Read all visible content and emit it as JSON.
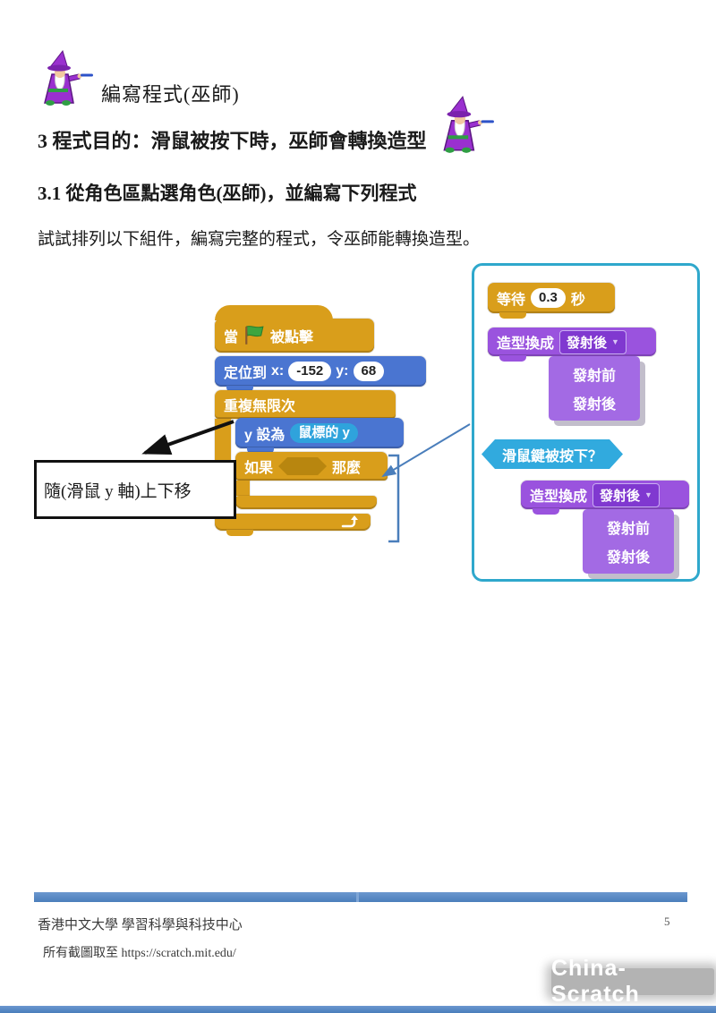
{
  "header": {
    "title": "編寫程式(巫師)"
  },
  "headings": {
    "section3": "3 程式目的：滑鼠被按下時，巫師會轉換造型",
    "section31": "3.1 從角色區點選角色(巫師)，並編寫下列程式",
    "intro": "試試排列以下組件，編寫完整的程式，令巫師能轉換造型。"
  },
  "script": {
    "hat": {
      "prefix": "當",
      "suffix": "被點擊"
    },
    "goto": {
      "label": "定位到",
      "x_label": "x:",
      "x_value": "-152",
      "y_label": "y:",
      "y_value": "68"
    },
    "forever": {
      "label": "重複無限次"
    },
    "set_y": {
      "label": "y 設為",
      "value": "鼠標的 y"
    },
    "if": {
      "prefix": "如果",
      "suffix": "那麼"
    }
  },
  "annotation": {
    "text": "隨(滑鼠 y 軸)上下移"
  },
  "panel": {
    "wait": {
      "prefix": "等待",
      "value": "0.3",
      "suffix": "秒"
    },
    "costume1": {
      "label": "造型換成",
      "selected": "發射後",
      "options": [
        "發射前",
        "發射後"
      ]
    },
    "mouse_down": {
      "label": "滑鼠鍵被按下？"
    },
    "costume2": {
      "label": "造型換成",
      "selected": "發射後",
      "options": [
        "發射前",
        "發射後"
      ]
    }
  },
  "footer": {
    "org": "香港中文大學 學習科學與科技中心",
    "page": "5",
    "source": "所有截圖取至 https://scratch.mit.edu/",
    "watermark": "China-Scratch"
  },
  "colors": {
    "control_gold": "#d99e1b",
    "motion_blue": "#4a75d1",
    "sensing_blue": "#31a4dc",
    "looks_purple": "#9a53de",
    "panel_border": "#2fa8cc",
    "bar_blue": "#4a7ebb"
  }
}
